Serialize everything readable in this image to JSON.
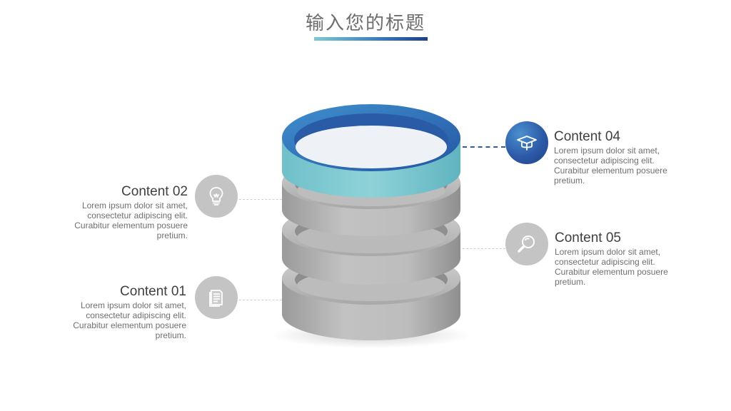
{
  "title": "输入您的标题",
  "colors": {
    "accent_light": "#7ec9d1",
    "accent_mid": "#3a7fc0",
    "accent_dark": "#1f3f8a",
    "ring_gray": "#b3b3b3"
  },
  "items": [
    {
      "heading": "Content 01",
      "body": "Lorem ipsum dolor sit amet, consectetur adipiscing elit. Curabitur elementum posuere pretium.",
      "icon": "document-icon"
    },
    {
      "heading": "Content 02",
      "body": "Lorem ipsum dolor sit amet, consectetur adipiscing elit. Curabitur elementum posuere pretium.",
      "icon": "lightbulb-icon"
    },
    {
      "heading": "Content 04",
      "body": "Lorem ipsum dolor sit amet, consectetur adipiscing elit. Curabitur elementum posuere pretium.",
      "icon": "graduation-cap-icon"
    },
    {
      "heading": "Content 05",
      "body": "Lorem ipsum dolor sit amet, consectetur adipiscing elit. Curabitur elementum posuere pretium.",
      "icon": "magnifier-icon"
    }
  ]
}
